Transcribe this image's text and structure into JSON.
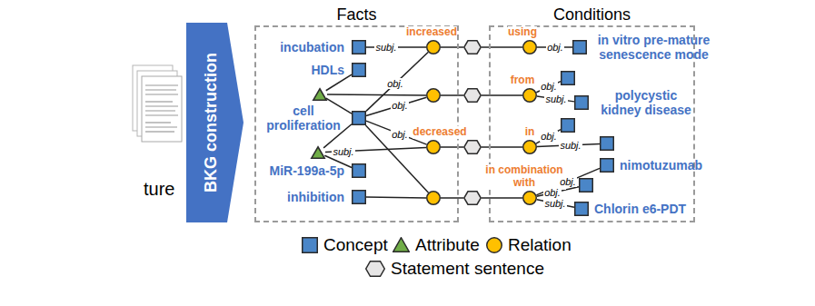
{
  "diagram": {
    "nodes": [
      {
        "text": [
          "BKG construction"
        ]
      },
      {
        "text": [
          "Facts"
        ]
      },
      {
        "text": [
          "Conditions"
        ]
      },
      {
        "text": [
          "incubation"
        ],
        "in": 1
      },
      {
        "text": [
          "HDLs"
        ],
        "in": 1
      },
      {
        "text": [],
        "in": 1
      },
      {
        "text": [
          "cell proliferation"
        ],
        "in": 1
      },
      {
        "text": [],
        "in": 1
      },
      {
        "text": [
          "MiR-199a-5p"
        ],
        "in": 1
      },
      {
        "text": [
          "inhibition"
        ],
        "in": 1
      },
      {
        "text": [
          "increased"
        ],
        "in": 1
      },
      {
        "text": [],
        "in": 1
      },
      {
        "text": [
          "decreased"
        ],
        "in": 1
      },
      {
        "text": [],
        "in": 1
      },
      {
        "text": []
      },
      {
        "text": []
      },
      {
        "text": []
      },
      {
        "text": []
      },
      {
        "text": [
          "using"
        ],
        "in": 2
      },
      {
        "text": [
          "in vitro pre-mature senescence mode"
        ],
        "in": 2
      },
      {
        "text": [
          "from"
        ],
        "in": 2
      },
      {
        "text": [],
        "in": 2
      },
      {
        "text": [
          "polycystic kidney disease"
        ],
        "in": 2
      },
      {
        "text": [
          "in"
        ],
        "in": 2
      },
      {
        "text": [],
        "in": 2
      },
      {
        "text": [],
        "in": 2
      },
      {
        "text": [
          "in combination with"
        ],
        "in": 2
      },
      {
        "text": [
          "nimotuzumab"
        ],
        "in": 2
      },
      {
        "text": [],
        "in": 2
      },
      {
        "text": [
          "Chlorin e6-PDT"
        ],
        "in": 2
      }
    ],
    "edges": [
      {
        "from": 3,
        "to": 10,
        "arrow": "none",
        "label": "subj."
      },
      {
        "from": 6,
        "to": 10,
        "arrow": "none",
        "label": "obj."
      },
      {
        "from": 6,
        "to": 11,
        "arrow": "none",
        "label": "obj."
      },
      {
        "from": 6,
        "to": 12,
        "arrow": "none",
        "label": "obj."
      },
      {
        "from": 6,
        "to": 13,
        "arrow": "none"
      },
      {
        "from": 4,
        "to": 5,
        "arrow": "none"
      },
      {
        "from": 5,
        "to": 6,
        "arrow": "none"
      },
      {
        "from": 5,
        "to": 11,
        "arrow": "none"
      },
      {
        "from": 7,
        "to": 6,
        "arrow": "none"
      },
      {
        "from": 7,
        "to": 8,
        "arrow": "none"
      },
      {
        "from": 7,
        "to": 12,
        "arrow": "none",
        "label": "subj."
      },
      {
        "from": 9,
        "to": 13,
        "arrow": "none"
      },
      {
        "from": 10,
        "to": 14,
        "arrow": "none"
      },
      {
        "from": 14,
        "to": 18,
        "arrow": "none"
      },
      {
        "from": 11,
        "to": 15,
        "arrow": "none"
      },
      {
        "from": 15,
        "to": 20,
        "arrow": "none"
      },
      {
        "from": 12,
        "to": 16,
        "arrow": "none"
      },
      {
        "from": 16,
        "to": 23,
        "arrow": "none"
      },
      {
        "from": 13,
        "to": 17,
        "arrow": "none"
      },
      {
        "from": 17,
        "to": 26,
        "arrow": "none"
      },
      {
        "from": 18,
        "to": 19,
        "arrow": "none",
        "label": "obj."
      },
      {
        "from": 20,
        "to": 21,
        "arrow": "none",
        "label": "obj."
      },
      {
        "from": 20,
        "to": 22,
        "arrow": "none",
        "label": "subj."
      },
      {
        "from": 23,
        "to": 24,
        "arrow": "none",
        "label": "obj."
      },
      {
        "from": 23,
        "to": 25,
        "arrow": "none",
        "label": "subj."
      },
      {
        "from": 26,
        "to": 27,
        "arrow": "none",
        "label": "obj."
      },
      {
        "from": 26,
        "to": 28,
        "arrow": "none",
        "label": "obj."
      },
      {
        "from": 26,
        "to": 29,
        "arrow": "none",
        "label": "subj."
      }
    ],
    "labels": [
      "ture"
    ],
    "legend": [
      {
        "text": "Concept",
        "color": "#4A86C8"
      },
      {
        "text": "Attribute",
        "color": "#70AD47"
      },
      {
        "text": "Relation",
        "color": "#FFC000"
      },
      {
        "text": "Statement sentence",
        "color": "#E7E6E6"
      }
    ]
  }
}
